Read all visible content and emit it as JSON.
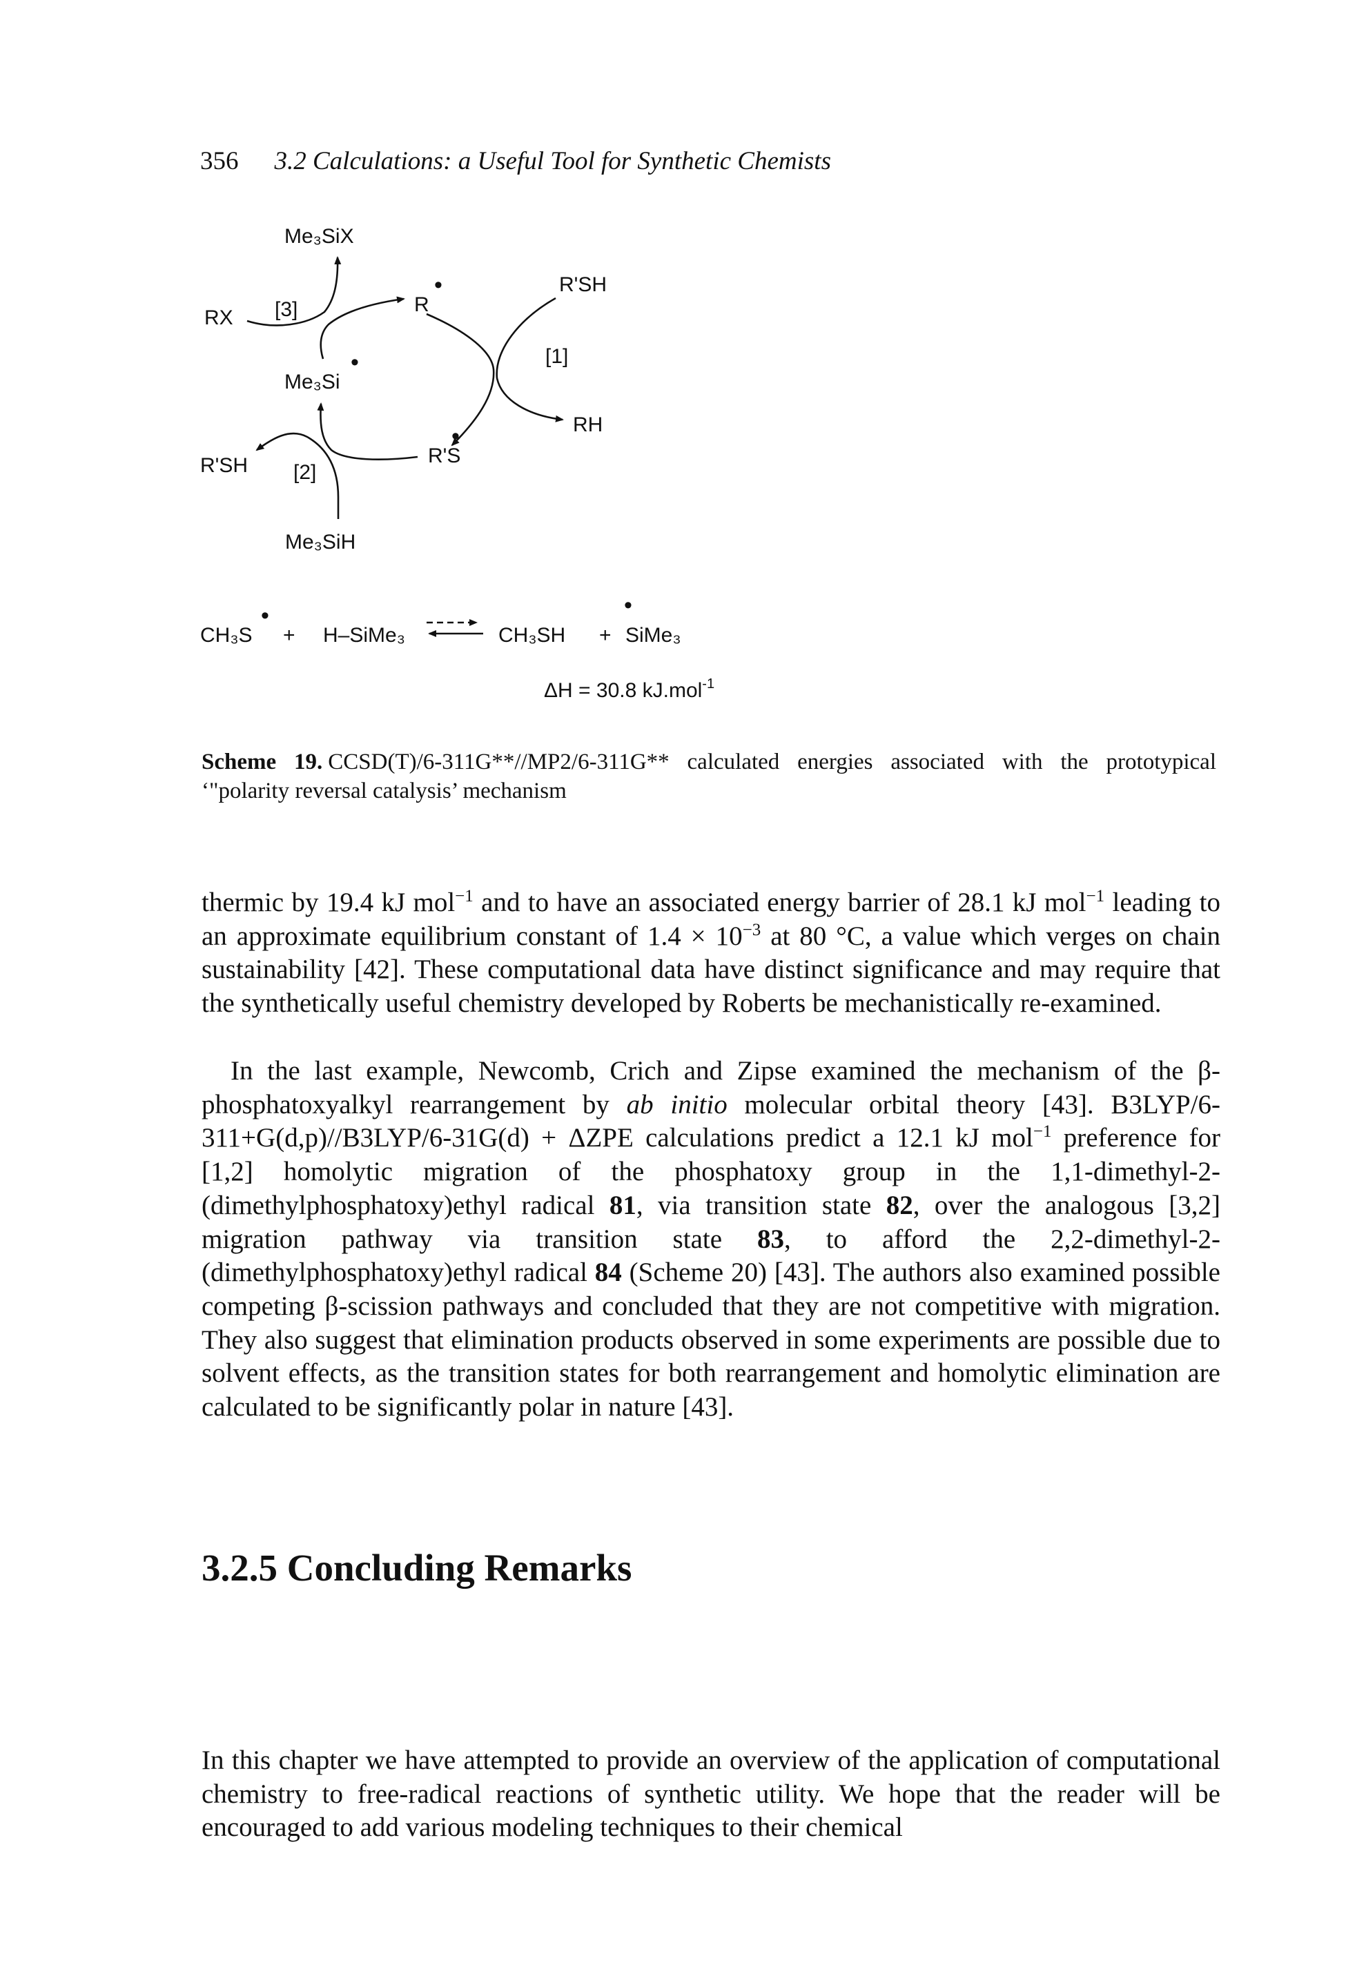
{
  "running_head": {
    "page_number": "356",
    "title": "3.2 Calculations: a Useful Tool for Synthetic Chemists"
  },
  "scheme": {
    "labels": {
      "me3six": "Me₃SiX",
      "rx": "RX",
      "step3": "[3]",
      "r_radical": "R",
      "rsh_top": "R'SH",
      "step1": "[1]",
      "me3si_radical": "Me₃Si",
      "rh": "RH",
      "rsh_left": "R'SH",
      "step2": "[2]",
      "rs_radical": "R'S",
      "me3sih": "Me₃SiH"
    },
    "equation": {
      "left1": "CH₃S",
      "plus1": "+",
      "left2": "H–SiMe₃",
      "right1": "CH₃SH",
      "plus2": "+",
      "right2": "SiMe₃"
    },
    "enthalpy": {
      "text": "ΔH = 30.8 kJ.mol",
      "exponent": "-1"
    }
  },
  "caption": {
    "label": "Scheme 19.",
    "text": "CCSD(T)/6-311G**//MP2/6-311G** calculated energies associated with the prototypical ‘\"polarity reversal catalysis’ mechanism"
  },
  "paragraph1": {
    "s1": "thermic by 19.4 kJ mol",
    "s2": " and to have an associated energy barrier of 28.1 kJ mol",
    "s3": " leading to an approximate equilibrium constant of 1.4 × 10",
    "s4": " at 80 °C, a value which verges on chain sustainability [42]. These computational data have distinct significance and may require that the synthetically useful chemistry developed by Roberts be mechanistically re-examined.",
    "exp_neg1": "−1",
    "exp_neg3": "−3"
  },
  "paragraph2": {
    "s1": "In the last example, Newcomb, Crich and Zipse examined the mechanism of the β-phosphatoxyalkyl rearrangement by ",
    "italic": "ab initio",
    "s2": " molecular orbital theory [43]. B3LYP/6-311+G(d,p)//B3LYP/6-31G(d) + ΔZPE calculations predict a 12.1 kJ mol",
    "exp": "−1",
    "s3": " preference for [1,2] homolytic migration of the phosphatoxy group in the 1,1-dimethyl-2-(dimethylphosphatoxy)ethyl radical ",
    "b81": "81",
    "s4": ", via transition state ",
    "b82": "82",
    "s5": ", over the analogous [3,2] migration pathway via transition state ",
    "b83": "83",
    "s6": ", to afford the 2,2-dimethyl-2-(dimethylphosphatoxy)ethyl radical ",
    "b84": "84",
    "s7": " (Scheme 20) [43]. The authors also examined possible competing β-scission pathways and concluded that they are not competitive with migration. They also suggest that elimination products observed in some experiments are possible due to solvent effects, as the transition states for both rearrangement and homolytic elimination are calculated to be significantly polar in nature [43]."
  },
  "section": {
    "heading": "3.2.5 Concluding Remarks"
  },
  "paragraph3": {
    "text": "In this chapter we have attempted to provide an overview of the application of computational chemistry to free-radical reactions of synthetic utility. We hope that the reader will be encouraged to add various modeling techniques to their chemical"
  }
}
